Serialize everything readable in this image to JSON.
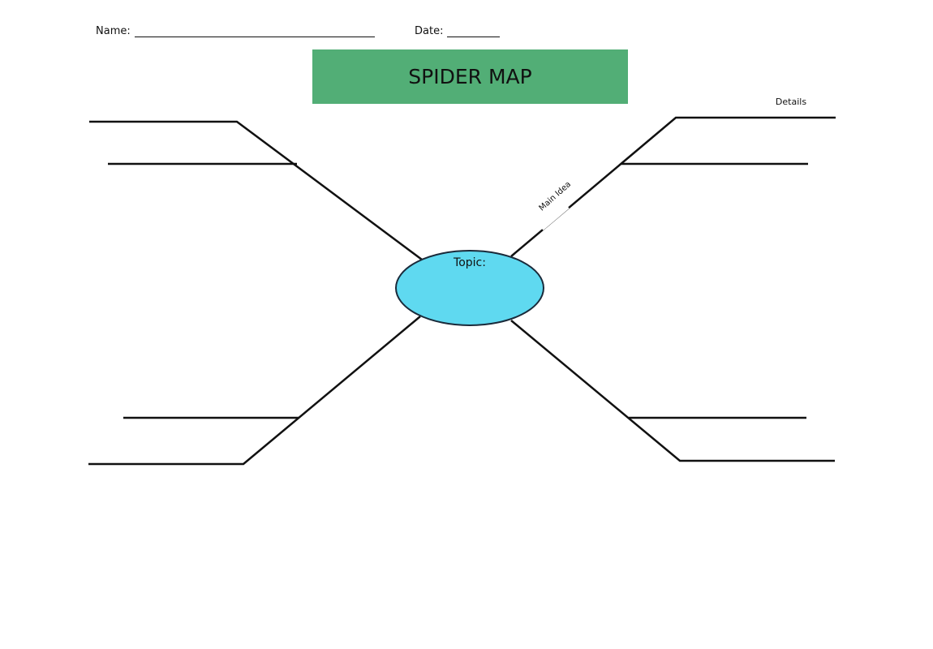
{
  "header": {
    "name_label": "Name:",
    "date_label": "Date:"
  },
  "title": "SPIDER MAP",
  "labels": {
    "details": "Details",
    "main_idea": "Main Idea",
    "topic": "Topic:"
  },
  "colors": {
    "title_bg": "#52ae76",
    "topic_fill": "#5fd9f0"
  }
}
